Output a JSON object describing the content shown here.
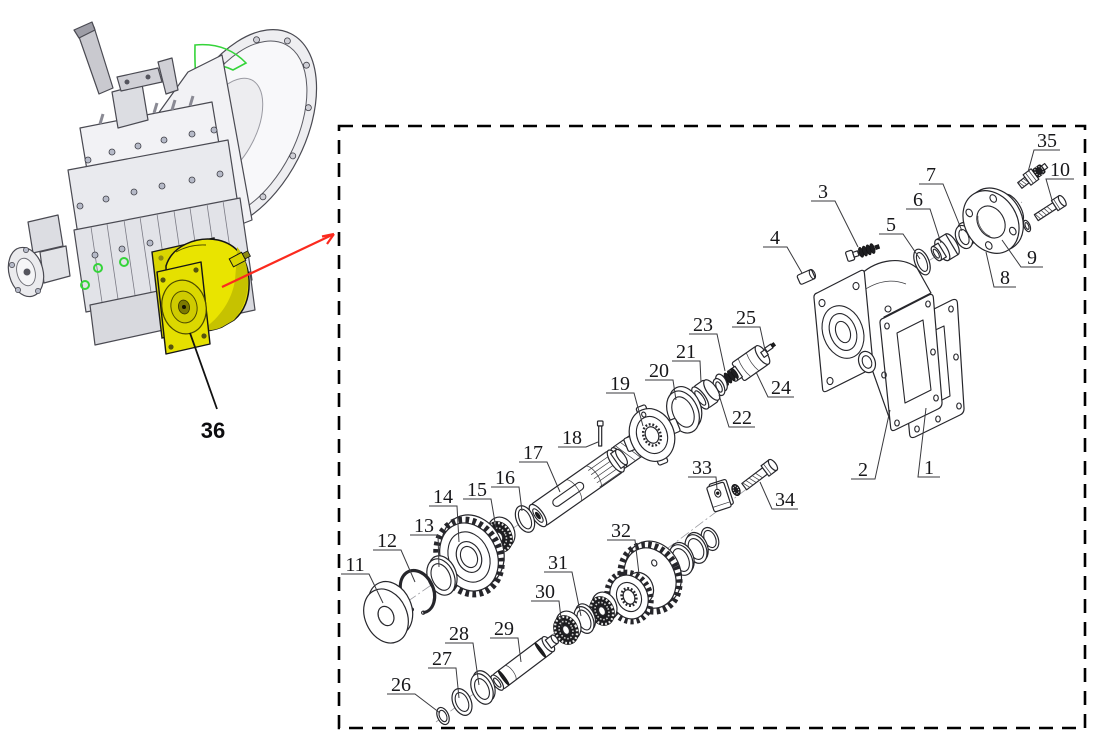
{
  "overview": {
    "part_label": "36",
    "highlight_color": "#e9e400",
    "arrow_color": "#fb2a1e",
    "green_accent": "#35d43a",
    "body_color": "#ececf0",
    "outline_color": "#4a4a52"
  },
  "exploded": {
    "border_style": "dashed",
    "line_color": "#26262b",
    "labels": [
      {
        "n": "1"
      },
      {
        "n": "2"
      },
      {
        "n": "3"
      },
      {
        "n": "4"
      },
      {
        "n": "5"
      },
      {
        "n": "6"
      },
      {
        "n": "7"
      },
      {
        "n": "8"
      },
      {
        "n": "9"
      },
      {
        "n": "10"
      },
      {
        "n": "11"
      },
      {
        "n": "12"
      },
      {
        "n": "13"
      },
      {
        "n": "14"
      },
      {
        "n": "15"
      },
      {
        "n": "16"
      },
      {
        "n": "17"
      },
      {
        "n": "18"
      },
      {
        "n": "19"
      },
      {
        "n": "20"
      },
      {
        "n": "21"
      },
      {
        "n": "22"
      },
      {
        "n": "23"
      },
      {
        "n": "24"
      },
      {
        "n": "25"
      },
      {
        "n": "26"
      },
      {
        "n": "27"
      },
      {
        "n": "28"
      },
      {
        "n": "29"
      },
      {
        "n": "30"
      },
      {
        "n": "31"
      },
      {
        "n": "32"
      },
      {
        "n": "33"
      },
      {
        "n": "34"
      },
      {
        "n": "35"
      }
    ]
  }
}
